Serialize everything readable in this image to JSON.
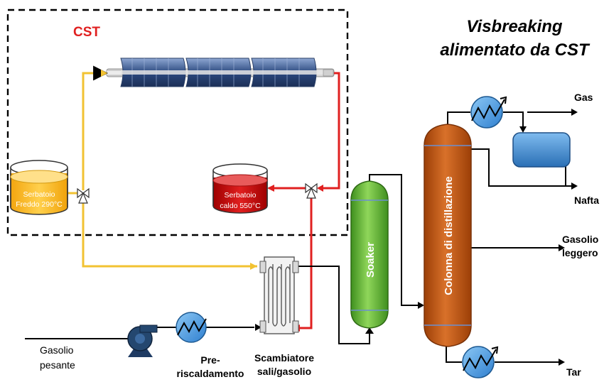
{
  "title": {
    "line1": "Visbreaking",
    "line2": "alimentato da CST"
  },
  "cst_box": {
    "label": "CST"
  },
  "tanks": {
    "cold": {
      "line1": "Serbatoio",
      "line2": "Freddo 290°C"
    },
    "hot": {
      "line1": "Serbatoio",
      "line2": "caldo 550°C"
    }
  },
  "equipment": {
    "soaker": "Soaker",
    "column": "Colonna di distillazione",
    "preheat": {
      "line1": "Pre-",
      "line2": "riscaldamento"
    },
    "exchanger": {
      "line1": "Scambiatore",
      "line2": "sali/gasolio"
    }
  },
  "streams": {
    "feed": {
      "line1": "Gasolio",
      "line2": "pesante"
    },
    "gas": "Gas",
    "nafta": "Nafta",
    "light_gasoil": {
      "line1": "Gasolio",
      "line2": "leggero"
    },
    "tar": "Tar"
  },
  "colors": {
    "cold_line": "#f2c232",
    "hot_line": "#e02020",
    "soaker_fill": "#6dbf3a",
    "column_fill": "#c55a11",
    "cold_tank": "#fbbd2a",
    "hot_tank": "#c00000",
    "heat_exchanger": "#4f9de0",
    "collector": "#2f4f86"
  }
}
